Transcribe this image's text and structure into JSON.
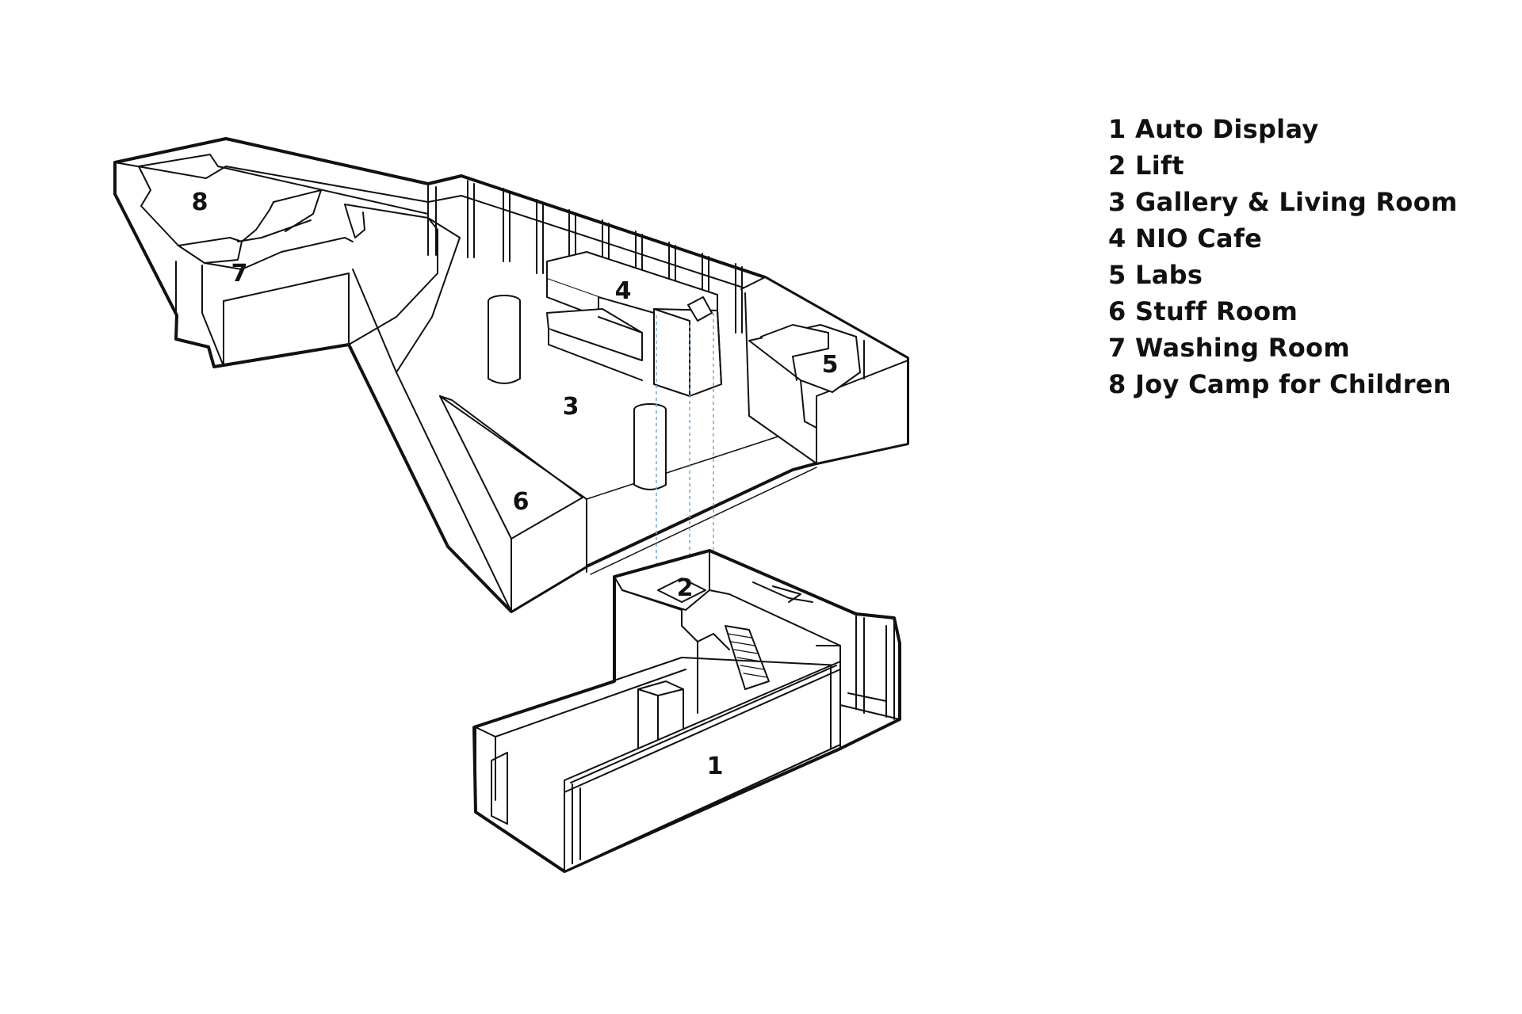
{
  "legend": [
    {
      "number": "1",
      "name": "Auto Display"
    },
    {
      "number": "2",
      "name": "Lift"
    },
    {
      "number": "3",
      "name": "Gallery & Living Room"
    },
    {
      "number": "4",
      "name": "NIO Cafe"
    },
    {
      "number": "5",
      "name": "Labs"
    },
    {
      "number": "6",
      "name": "Stuff Room"
    },
    {
      "number": "7",
      "name": "Washing Room"
    },
    {
      "number": "8",
      "name": "Joy Camp for Children"
    }
  ],
  "room_labels": [
    "1",
    "2",
    "3",
    "4",
    "5",
    "6",
    "7",
    "8"
  ],
  "colors": {
    "line": "#111111",
    "guide": "#6fa8d6",
    "background": "#ffffff"
  }
}
